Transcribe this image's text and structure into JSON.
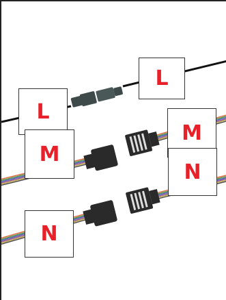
{
  "labels": {
    "l_left": "L",
    "l_right": "L",
    "m_right": "M",
    "m_left": "M",
    "n_right": "N",
    "n_left": "N"
  },
  "colors": {
    "label_text": "#e8202a",
    "cable": "#111111",
    "connector_l": "#3e4a4a",
    "connector_mn": "#2a2a2a",
    "ribbon": [
      "#d9663a",
      "#4a8a3c",
      "#3a4fa8",
      "#8a4a8a",
      "#b8a040",
      "#444444"
    ]
  },
  "icons": [
    "two-pin-connector-icon",
    "multi-pin-housing-icon",
    "ribbon-cable-icon"
  ]
}
